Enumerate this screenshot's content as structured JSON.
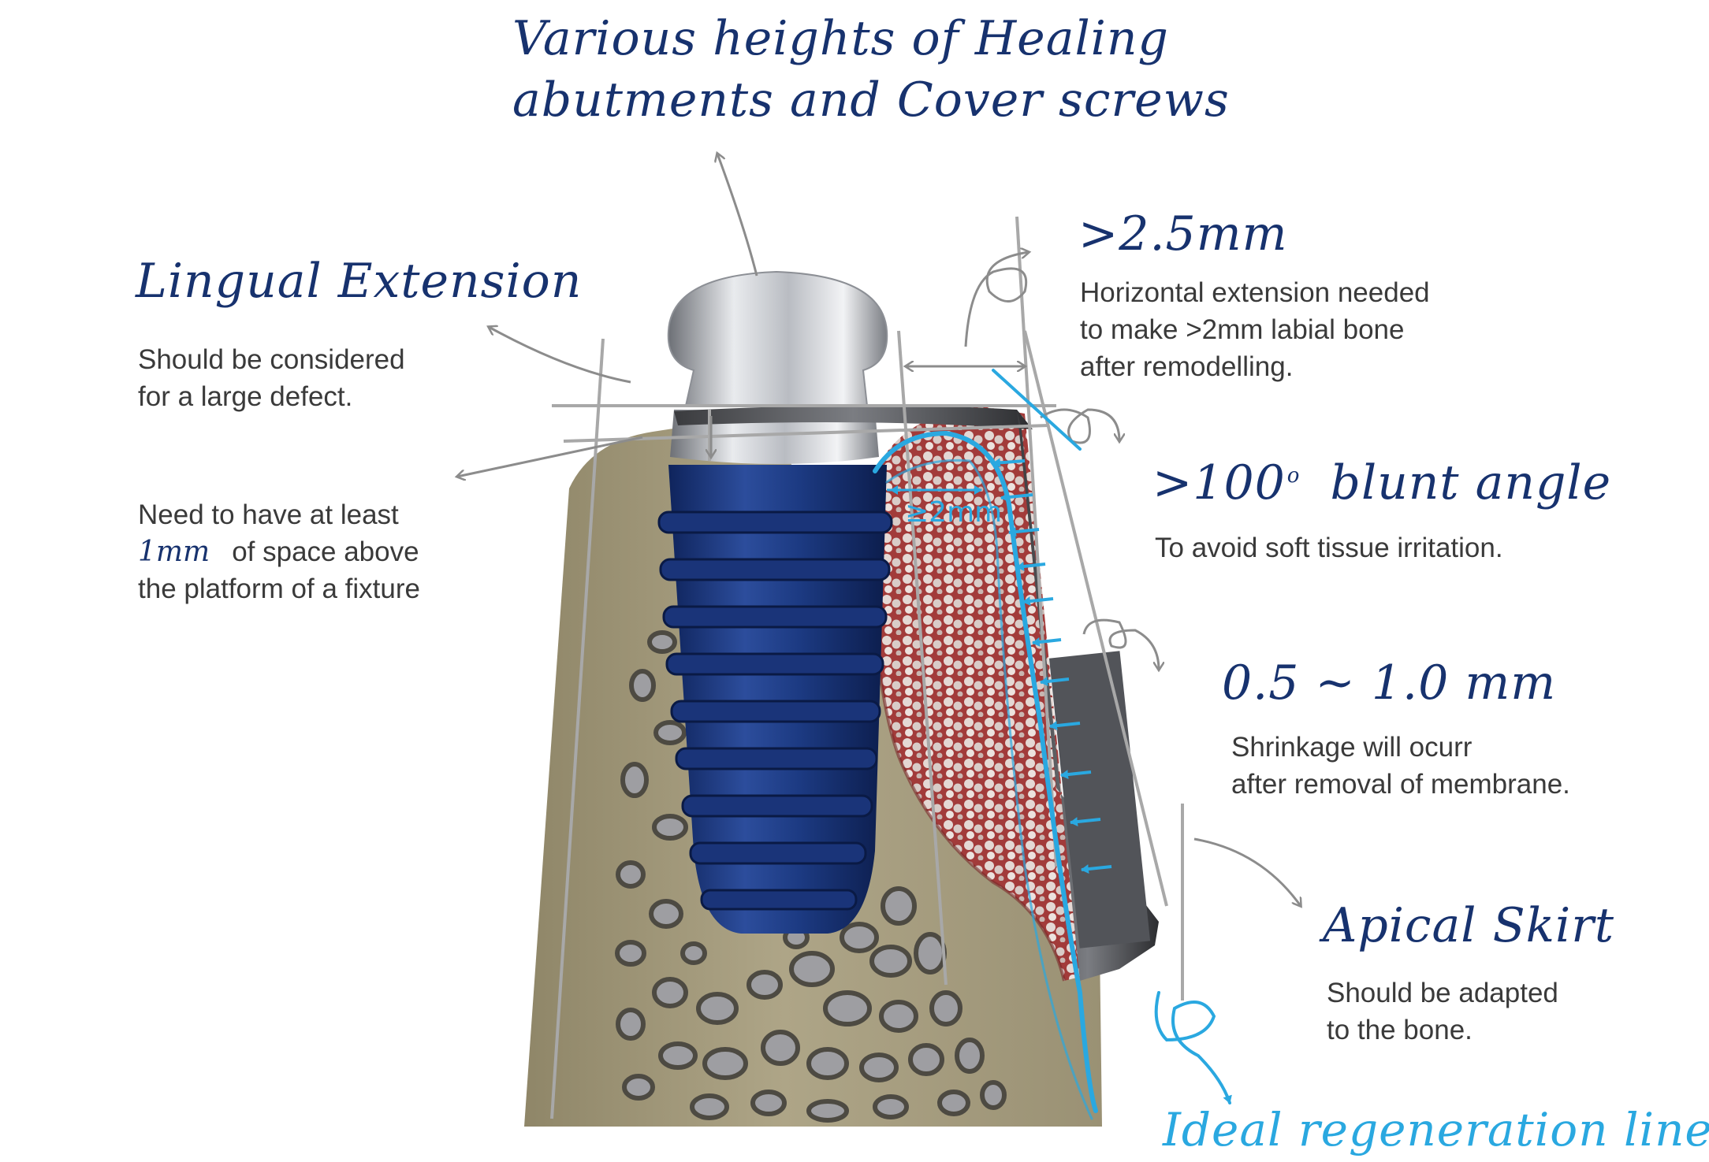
{
  "heading_top": [
    "Various heights of Healing",
    "abutments and Cover screws"
  ],
  "lingual": {
    "title": "Lingual Extension",
    "text": [
      "Should be considered",
      "for a large defect."
    ]
  },
  "space": {
    "line1": "Need to have at least",
    "mm": "1mm",
    "line2_rest": "of space above",
    "line3": "the platform of a fixture"
  },
  "horizontal": {
    "title": ">2.5mm",
    "text": [
      "Horizontal extension needed",
      "to make >2mm labial bone",
      "after remodelling."
    ]
  },
  "angle": {
    "value": ">100",
    "degree": "o",
    "title_rest": "blunt angle",
    "text": "To avoid soft tissue irritation."
  },
  "shrink": {
    "title": "0.5 ~ 1.0 mm",
    "text": [
      "Shrinkage will ocurr",
      "after removal of membrane."
    ]
  },
  "apical": {
    "title": "Apical Skirt",
    "text": [
      "Should be adapted",
      "to the bone."
    ]
  },
  "ideal": "Ideal regeneration line",
  "measure_2mm": "≥2mm",
  "colors": {
    "handwriting": "#17326e",
    "cyan": "#2aa8e0",
    "body_text": "#3a3a3a",
    "bone": "#a9a083",
    "implant": "#1d3a80",
    "graft": "#b44a48"
  }
}
